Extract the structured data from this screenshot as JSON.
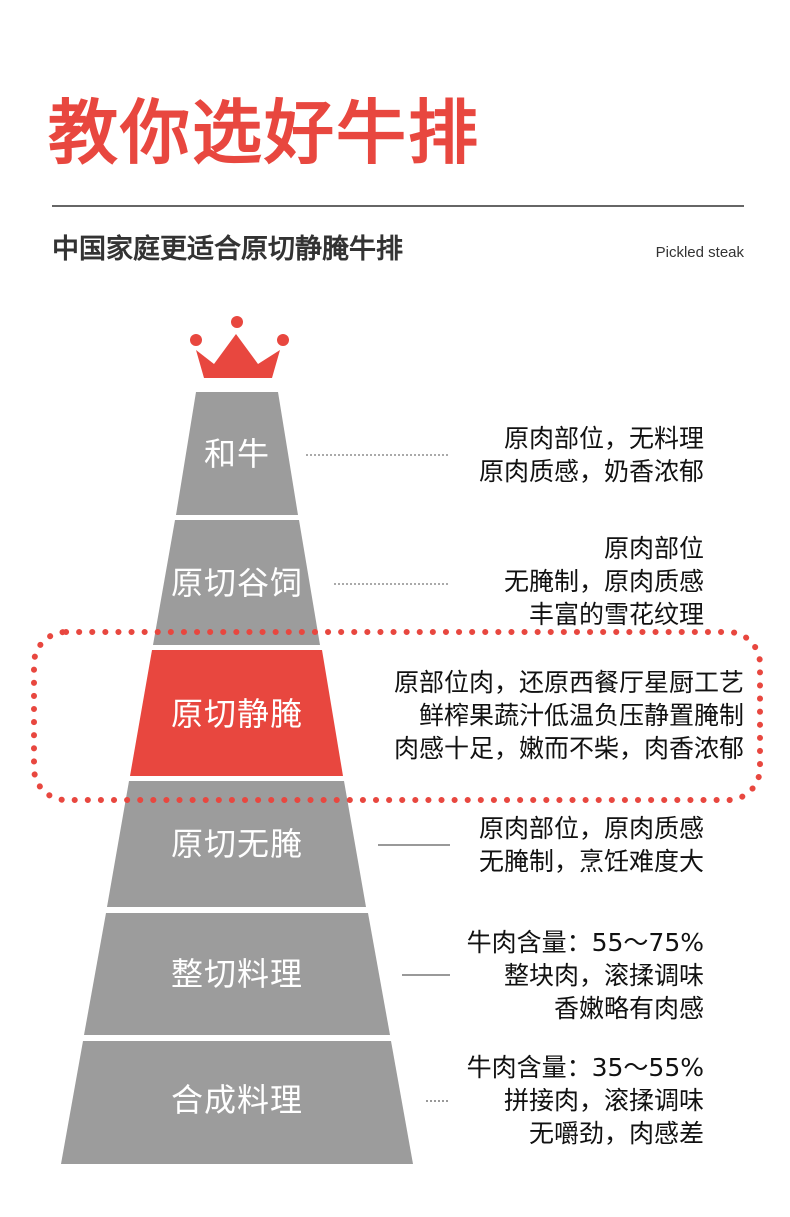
{
  "header": {
    "title": "教你选好牛排",
    "subtitle": "中国家庭更适合原切静腌牛排",
    "subtitle_en": "Pickled steak"
  },
  "colors": {
    "accent": "#e8473f",
    "tier_gray": "#9c9c9c",
    "text_dark": "#111111"
  },
  "crown_icon": "crown-icon",
  "tiers": [
    {
      "label": "和牛",
      "highlight": false,
      "desc": [
        "原肉部位，无料理",
        "原肉质感，奶香浓郁"
      ]
    },
    {
      "label": "原切谷饲",
      "highlight": false,
      "desc": [
        "原肉部位",
        "无腌制，原肉质感",
        "丰富的雪花纹理"
      ]
    },
    {
      "label": "原切静腌",
      "highlight": true,
      "desc": [
        "原部位肉，还原西餐厅星厨工艺",
        "鲜榨果蔬汁低温负压静置腌制",
        "肉感十足，嫩而不柴，肉香浓郁"
      ]
    },
    {
      "label": "原切无腌",
      "highlight": false,
      "desc": [
        "原肉部位，原肉质感",
        "无腌制，烹饪难度大"
      ]
    },
    {
      "label": "整切料理",
      "highlight": false,
      "desc": [
        "牛肉含量：55～75%",
        "整块肉，滚揉调味",
        "香嫩略有肉感"
      ]
    },
    {
      "label": "合成料理",
      "highlight": false,
      "desc": [
        "牛肉含量：35～55%",
        "拼接肉，滚揉调味",
        "无嚼劲，肉感差"
      ]
    }
  ]
}
